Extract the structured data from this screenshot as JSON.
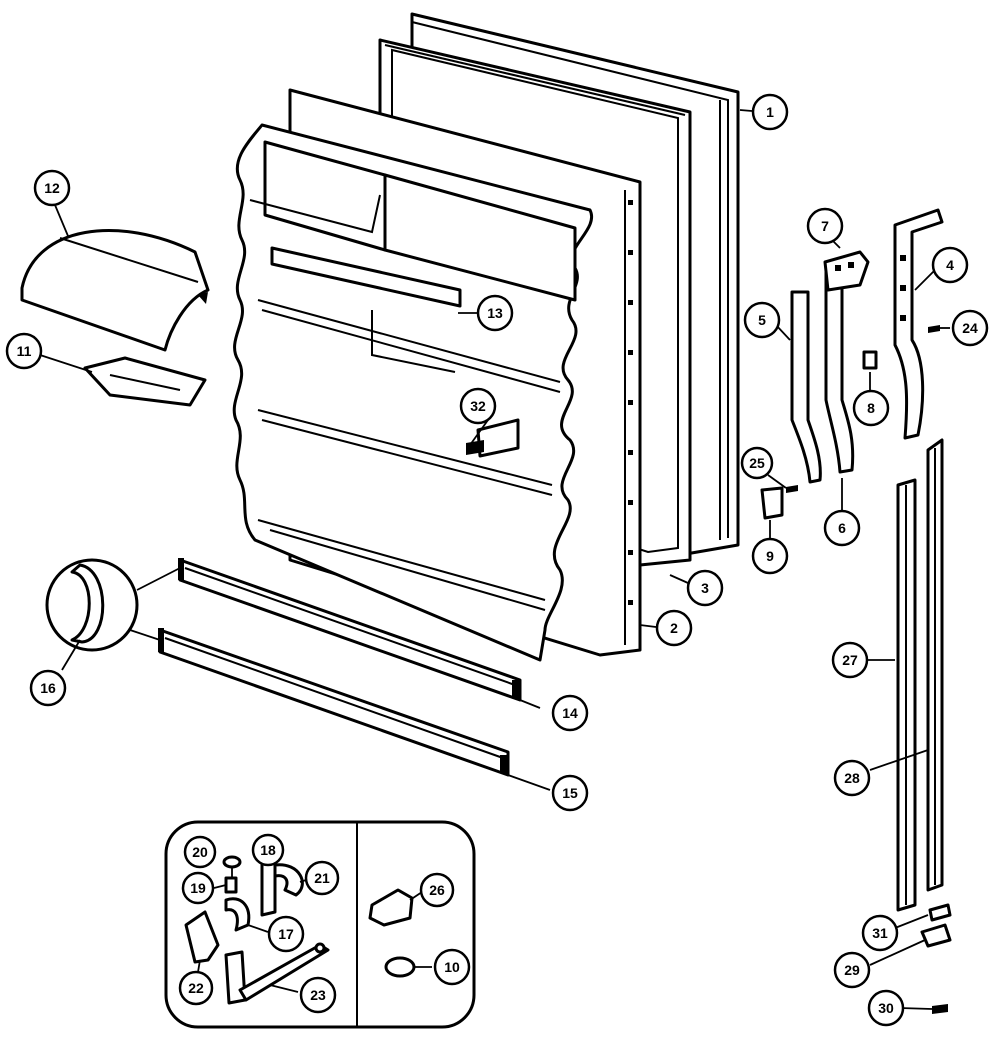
{
  "callouts": [
    {
      "id": "1",
      "label": "1"
    },
    {
      "id": "2",
      "label": "2"
    },
    {
      "id": "3",
      "label": "3"
    },
    {
      "id": "4",
      "label": "4"
    },
    {
      "id": "5",
      "label": "5"
    },
    {
      "id": "6",
      "label": "6"
    },
    {
      "id": "7",
      "label": "7"
    },
    {
      "id": "8",
      "label": "8"
    },
    {
      "id": "9",
      "label": "9"
    },
    {
      "id": "10",
      "label": "10"
    },
    {
      "id": "11",
      "label": "11"
    },
    {
      "id": "12",
      "label": "12"
    },
    {
      "id": "13",
      "label": "13"
    },
    {
      "id": "14",
      "label": "14"
    },
    {
      "id": "15",
      "label": "15"
    },
    {
      "id": "16",
      "label": "16"
    },
    {
      "id": "17",
      "label": "17"
    },
    {
      "id": "18",
      "label": "18"
    },
    {
      "id": "19",
      "label": "19"
    },
    {
      "id": "20",
      "label": "20"
    },
    {
      "id": "21",
      "label": "21"
    },
    {
      "id": "22",
      "label": "22"
    },
    {
      "id": "23",
      "label": "23"
    },
    {
      "id": "24",
      "label": "24"
    },
    {
      "id": "25",
      "label": "25"
    },
    {
      "id": "26",
      "label": "26"
    },
    {
      "id": "27",
      "label": "27"
    },
    {
      "id": "28",
      "label": "28"
    },
    {
      "id": "29",
      "label": "29"
    },
    {
      "id": "30",
      "label": "30"
    },
    {
      "id": "31",
      "label": "31"
    },
    {
      "id": "32",
      "label": "32"
    }
  ]
}
